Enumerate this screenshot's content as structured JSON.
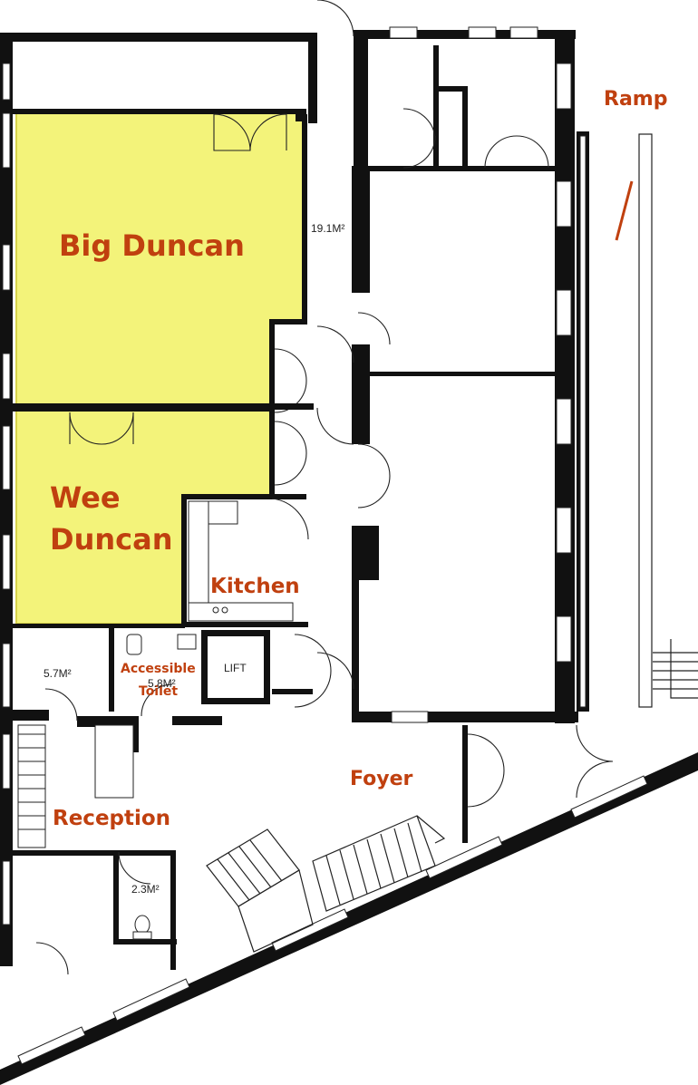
{
  "rooms": {
    "big_duncan": "Big Duncan",
    "wee_duncan_line1": "Wee",
    "wee_duncan_line2": "Duncan",
    "kitchen": "Kitchen",
    "accessible_toilet_line1": "Accessible",
    "accessible_toilet_line2": "Toilet",
    "lift": "LIFT",
    "foyer": "Foyer",
    "reception": "Reception",
    "ramp": "Ramp"
  },
  "areas": {
    "corridor": "19.1M²",
    "reception_store": "5.7M²",
    "toilet_area": "5.8M²",
    "wc": "2.3M²"
  },
  "colors": {
    "highlight": "#f3f37a",
    "label": "#c0400f",
    "walls": "#111111"
  }
}
